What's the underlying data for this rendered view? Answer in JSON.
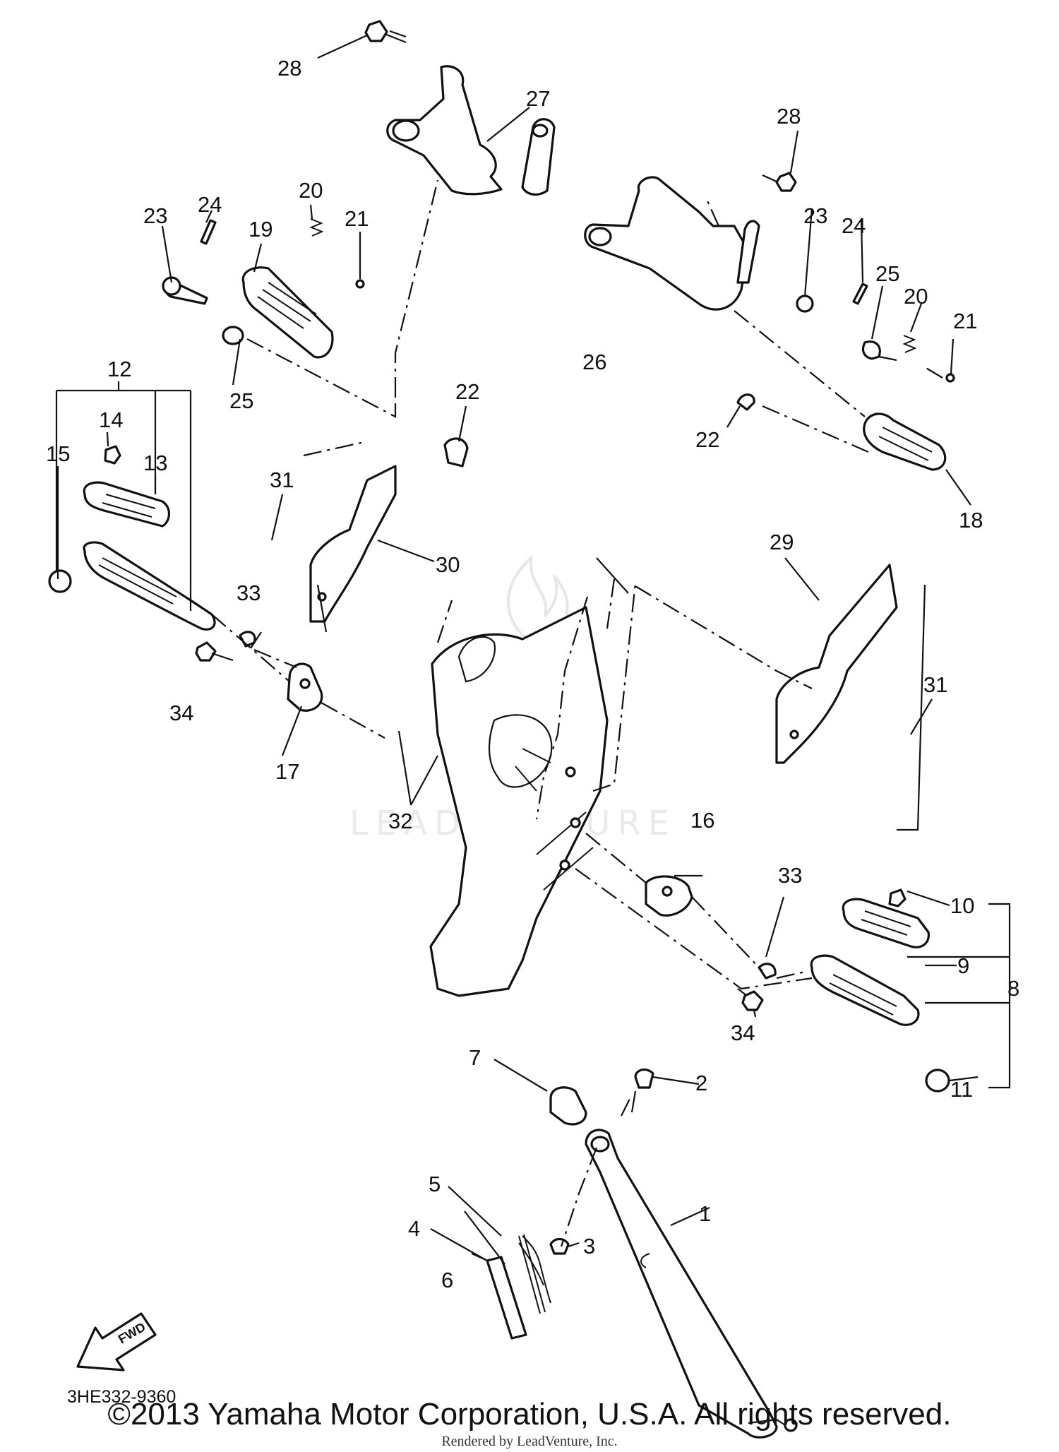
{
  "diagram": {
    "part_code": "3HE332-9360",
    "fwd_label": "FWD",
    "watermark": "LEADVENTURE",
    "copyright": "©2013 Yamaha Motor Corporation, U.S.A. All rights reserved.",
    "rendered_by": "Rendered by LeadVenture, Inc.",
    "callouts": [
      "1",
      "2",
      "3",
      "4",
      "5",
      "6",
      "7",
      "8",
      "9",
      "10",
      "11",
      "12",
      "13",
      "14",
      "15",
      "16",
      "17",
      "18",
      "19",
      "20",
      "21",
      "22",
      "23",
      "24",
      "25",
      "26",
      "27",
      "28",
      "29",
      "30",
      "31",
      "32",
      "33",
      "34"
    ]
  }
}
